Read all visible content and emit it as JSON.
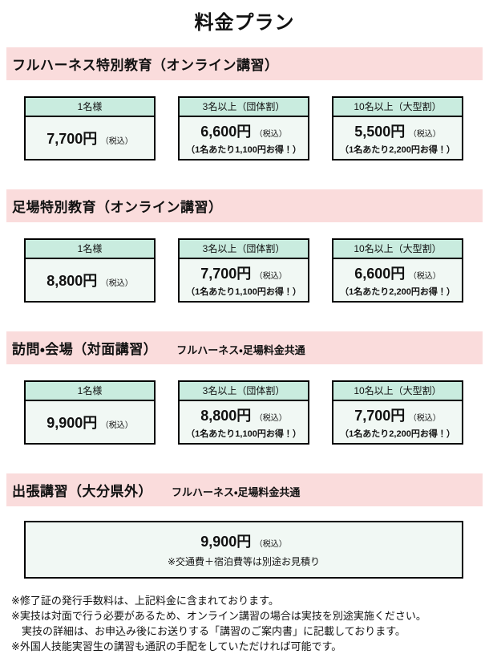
{
  "page": {
    "title": "料金プラン"
  },
  "colors": {
    "section_header_bg": "#fadcdc",
    "card_header_bg": "#c9ecdf",
    "card_body_bg": "#f1f8f4",
    "border": "#000000"
  },
  "sections": [
    {
      "title": "フルハーネス特別教育（オンライン講習）",
      "cards": [
        {
          "header": "1名様",
          "price": "7,700円",
          "tax": "（税込）"
        },
        {
          "header": "3名以上（団体割）",
          "price": "6,600円",
          "tax": "（税込）",
          "note": "（1名あたり1,100円お得！）"
        },
        {
          "header": "10名以上（大型割）",
          "price": "5,500円",
          "tax": "（税込）",
          "note": "（1名あたり2,200円お得！）"
        }
      ]
    },
    {
      "title": "足場特別教育（オンライン講習）",
      "cards": [
        {
          "header": "1名様",
          "price": "8,800円",
          "tax": "（税込）"
        },
        {
          "header": "3名以上（団体割）",
          "price": "7,700円",
          "tax": "（税込）",
          "note": "（1名あたり1,100円お得！）"
        },
        {
          "header": "10名以上（大型割）",
          "price": "6,600円",
          "tax": "（税込）",
          "note": "（1名あたり2,200円お得！）"
        }
      ]
    },
    {
      "title": "訪問・会場（対面講習）",
      "subtitle": "フルハーネス・足場料金共通",
      "cards": [
        {
          "header": "1名様",
          "price": "9,900円",
          "tax": "（税込）"
        },
        {
          "header": "3名以上（団体割）",
          "price": "8,800円",
          "tax": "（税込）",
          "note": "（1名あたり1,100円お得！）"
        },
        {
          "header": "10名以上（大型割）",
          "price": "7,700円",
          "tax": "（税込）",
          "note": "（1名あたり2,200円お得！）"
        }
      ]
    },
    {
      "title": "出張講習（大分県外）",
      "subtitle": "フルハーネス・足場料金共通",
      "wide_card": {
        "price": "9,900円",
        "tax": "（税込）",
        "note": "※交通費＋宿泊費等は別途お見積り"
      }
    }
  ],
  "notes": [
    "※修了証の発行手数料は、上記料金に含まれております。",
    "※実技は対面で行う必要があるため、オンライン講習の場合は実技を別途実施ください。",
    "実技の詳細は、お申込み後にお送りする「講習のご案内書」に記載しております。",
    "※外国人技能実習生の講習も通訳の手配をしていただければ可能です。"
  ]
}
